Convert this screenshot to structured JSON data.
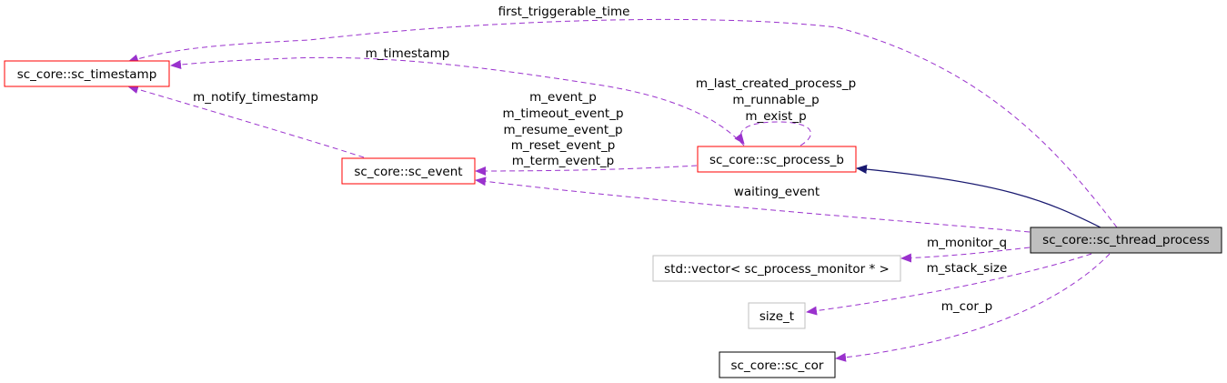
{
  "colors": {
    "node_red_border": "#ff0000",
    "node_black_border": "#000000",
    "node_gray_border": "#bfbfbf",
    "node_focus_fill": "#bfbfbf",
    "edge_usage": "#9a32cd",
    "edge_inherit": "#191970"
  },
  "nodes": {
    "sc_timestamp": "sc_core::sc_timestamp",
    "sc_event": "sc_core::sc_event",
    "sc_process_b": "sc_core::sc_process_b",
    "sc_thread_process": "sc_core::sc_thread_process",
    "monitor_vector": "std::vector< sc_process_monitor * >",
    "size_t": "size_t",
    "sc_cor": "sc_core::sc_cor"
  },
  "edge_labels": {
    "first_triggerable_time": "first_triggerable_time",
    "m_timestamp": "m_timestamp",
    "m_notify_timestamp": "m_notify_timestamp",
    "m_last_created_process_p": "m_last_created_process_p",
    "m_runnable_p": "m_runnable_p",
    "m_exist_p": "m_exist_p",
    "m_event_p": "m_event_p",
    "m_timeout_event_p": "m_timeout_event_p",
    "m_resume_event_p": "m_resume_event_p",
    "m_reset_event_p": "m_reset_event_p",
    "m_term_event_p": "m_term_event_p",
    "waiting_event": "waiting_event",
    "m_monitor_q": "m_monitor_q",
    "m_stack_size": "m_stack_size",
    "m_cor_p": "m_cor_p"
  }
}
